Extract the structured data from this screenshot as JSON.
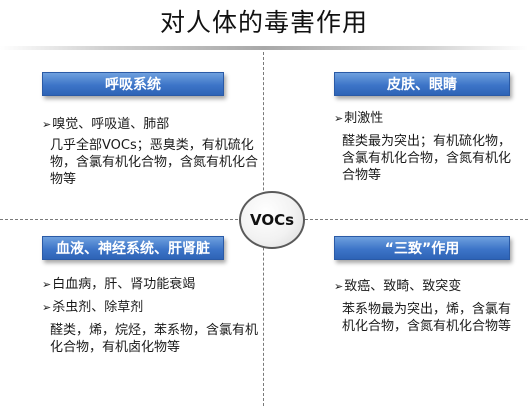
{
  "title": "对人体的毒害作用",
  "center_label": "VOCs",
  "bullet_glyph": "➢",
  "quadrants": {
    "top_left": {
      "header": "呼吸系统",
      "bullets": [
        "嗅觉、呼吸道、肺部"
      ],
      "description": "几乎全部VOCs；恶臭类，有机硫化物，含氯有机化合物，含氮有机化合物等"
    },
    "top_right": {
      "header": "皮肤、眼睛",
      "bullets": [
        "刺激性"
      ],
      "description": "醛类最为突出；有机硫化物，含氯有机化合物，含氮有机化合物等"
    },
    "bottom_left": {
      "header": "血液、神经系统、肝肾脏",
      "bullets": [
        "白血病，肝、肾功能衰竭",
        "杀虫剂、除草剂"
      ],
      "description": "醛类，烯，烷烃，苯系物，含氯有机化合物，有机卤化物等"
    },
    "bottom_right": {
      "header": "“三致”作用",
      "bullets": [
        "致癌、致畸、致突变"
      ],
      "description": "苯系物最为突出，烯，含氯有机化合物，含氮有机化合物等"
    }
  }
}
